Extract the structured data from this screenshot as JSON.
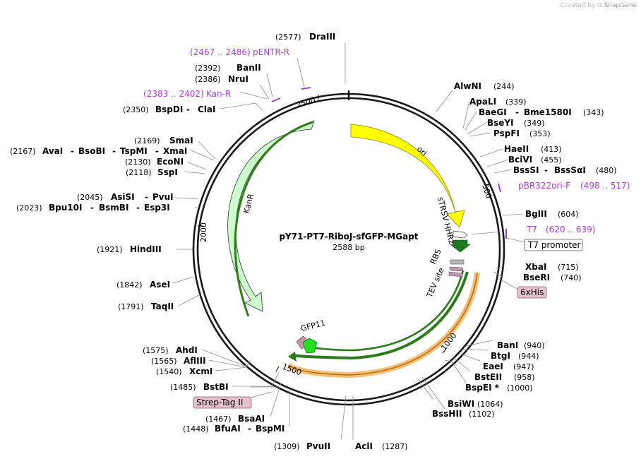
{
  "credit": {
    "prefix": "Created by",
    "brand": "SnapGene"
  },
  "plasmid": {
    "name": "pY71-PT7-RiboJ-sfGFP-MGapt",
    "size": "2588 bp"
  },
  "ticks": [
    "500",
    "1000",
    "1500",
    "2000",
    "2500"
  ],
  "sites": [
    {
      "pos": "(2577)",
      "names": [
        "DraIII"
      ]
    },
    {
      "pos": "(2392)",
      "names": [
        "BanII"
      ]
    },
    {
      "pos": "(2386)",
      "names": [
        "NruI"
      ]
    },
    {
      "pos": "(2350)",
      "names": [
        "BspDI",
        "ClaI"
      ]
    },
    {
      "pos": "(2169)",
      "names": [
        "SmaI"
      ]
    },
    {
      "pos": "(2167)",
      "names": [
        "AvaI",
        "BsoBI",
        "TspMI",
        "XmaI"
      ]
    },
    {
      "pos": "(2130)",
      "names": [
        "EcoNI"
      ]
    },
    {
      "pos": "(2118)",
      "names": [
        "SspI"
      ]
    },
    {
      "pos": "(2045)",
      "names": [
        "AsiSI",
        "PvuI"
      ]
    },
    {
      "pos": "(2023)",
      "names": [
        "Bpu10I",
        "BsmBI",
        "Esp3I"
      ]
    },
    {
      "pos": "(1921)",
      "names": [
        "HindIII"
      ]
    },
    {
      "pos": "(1842)",
      "names": [
        "AseI"
      ]
    },
    {
      "pos": "(1791)",
      "names": [
        "TaqII"
      ]
    },
    {
      "pos": "(1575)",
      "names": [
        "AhdI"
      ]
    },
    {
      "pos": "(1565)",
      "names": [
        "AflIII"
      ]
    },
    {
      "pos": "(1540)",
      "names": [
        "XcmI"
      ]
    },
    {
      "pos": "(1485)",
      "names": [
        "BstBI"
      ]
    },
    {
      "pos": "(1467)",
      "names": [
        "BsaAI"
      ]
    },
    {
      "pos": "(1448)",
      "names": [
        "BfuAI",
        "BspMI"
      ]
    },
    {
      "pos": "(1309)",
      "names": [
        "PvuII"
      ]
    },
    {
      "pos": "(1287)",
      "names": [
        "AclI"
      ]
    },
    {
      "pos": "(1102)",
      "names": [
        "BssHII"
      ]
    },
    {
      "pos": "(1064)",
      "names": [
        "BsiWI"
      ]
    },
    {
      "pos": "(1000)",
      "names": [
        "BspEI *"
      ]
    },
    {
      "pos": "(958)",
      "names": [
        "BstEII"
      ]
    },
    {
      "pos": "(947)",
      "names": [
        "EaeI"
      ]
    },
    {
      "pos": "(944)",
      "names": [
        "BtgI"
      ]
    },
    {
      "pos": "(940)",
      "names": [
        "BanI"
      ]
    },
    {
      "pos": "(740)",
      "names": [
        "BseRI"
      ]
    },
    {
      "pos": "(715)",
      "names": [
        "XbaI"
      ]
    },
    {
      "pos": "(604)",
      "names": [
        "BglII"
      ]
    },
    {
      "pos": "(480)",
      "names": [
        "BssSI",
        "BssSαI"
      ]
    },
    {
      "pos": "(455)",
      "names": [
        "BciVI"
      ]
    },
    {
      "pos": "(413)",
      "names": [
        "HaeII"
      ]
    },
    {
      "pos": "(353)",
      "names": [
        "PspFI"
      ]
    },
    {
      "pos": "(349)",
      "names": [
        "BseYI"
      ]
    },
    {
      "pos": "(343)",
      "names": [
        "BaeGI",
        "Bme1580I"
      ]
    },
    {
      "pos": "(339)",
      "names": [
        "ApaLI"
      ]
    },
    {
      "pos": "(244)",
      "names": [
        "AlwNI"
      ]
    }
  ],
  "primers": [
    {
      "range": "(2467 .. 2486)",
      "name": "pENTR-R"
    },
    {
      "range": "(2383 .. 2402)",
      "name": "Kan-R"
    },
    {
      "range": "(498 .. 517)",
      "name": "pBR322ori-F"
    },
    {
      "range": "(620 .. 639)",
      "name": "T7"
    }
  ],
  "features": [
    {
      "name": "ori",
      "color": "#ffff00"
    },
    {
      "name": "KanR",
      "color": "#ccffcc"
    },
    {
      "name": "sTRSV HHRz",
      "color": "#ffffff"
    },
    {
      "name": "RBS",
      "color": "#b8b8b8"
    },
    {
      "name": "TEV site",
      "color": "#c493b0"
    },
    {
      "name": "GFP11",
      "color": "#c493b0"
    },
    {
      "name": "T7 promoter",
      "color": "#ffffff"
    },
    {
      "name": "6xHis",
      "color": "#e6c1cf"
    },
    {
      "name": "Strep-Tag II",
      "color": "#e6c1cf"
    }
  ],
  "colors": {
    "backbone": "#1a1a1a",
    "primer": "#a63ed6",
    "ori_fill": "#ffff00",
    "kanr_fill": "#ccffcc",
    "kanr_edge": "#2e7d1a",
    "cds_green": "#2a7b1a",
    "cds_orange": "#f2b45a",
    "t7_arrow": "#1e7a1e",
    "gfp11_arrow": "#22e022",
    "tag_pink": "#e6c1cf"
  }
}
